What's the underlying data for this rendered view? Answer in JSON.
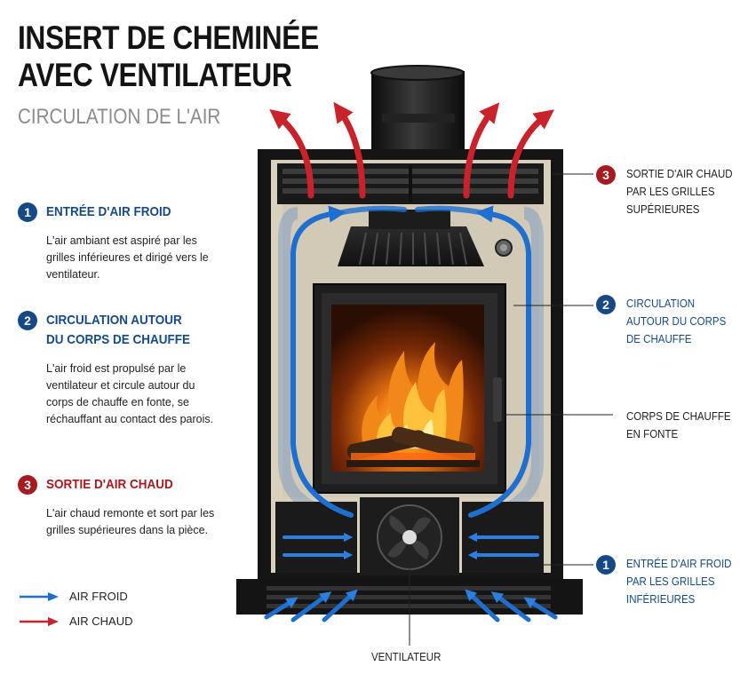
{
  "title_line1": "INSERT DE CHEMINÉE",
  "title_line2": "AVEC VENTILATEUR",
  "subtitle": "CIRCULATION DE L'AIR",
  "steps": [
    {
      "num": "1",
      "title1": "ENTRÉE D'AIR FROID",
      "title2": "",
      "text": "L'air ambiant est aspiré par les grilles inférieures et dirigé vers le ventilateur."
    },
    {
      "num": "2",
      "title1": "CIRCULATION AUTOUR",
      "title2": "DU CORPS DE CHAUFFE",
      "text": "L'air froid est propulsé par le ventilateur et circule autour du corps de chauffe en fonte, se réchauffant au contact des parois."
    },
    {
      "num": "3",
      "title1": "SORTIE D'AIR CHAUD",
      "title2": "",
      "text": "L'air chaud remonte et sort par les grilles supérieures dans la pièce."
    }
  ],
  "legend": {
    "cold": "AIR FROID",
    "hot": "AIR CHAUD"
  },
  "callouts": {
    "top_right": {
      "num": "3",
      "line1": "SORTIE D'AIR CHAUD",
      "line2": "PAR LES GRILLES",
      "line3": "SUPÉRIEURES"
    },
    "middle_right": {
      "num": "2",
      "line1": "CIRCULATION",
      "line2": "AUTOUR DU CORPS",
      "line3": "DE CHAUFFE"
    },
    "body": {
      "line1": "CORPS DE CHAUFFE",
      "line2": "EN FONTE"
    },
    "bottom_right": {
      "num": "1",
      "line1": "ENTRÉE D'AIR FROID",
      "line2": "PAR LES GRILLES",
      "line3": "INFÉRIEURES"
    },
    "fan": "VENTILATEUR"
  },
  "colors": {
    "cold": "#1e6fd0",
    "hot": "#c8222a",
    "dark_blue": "#164a86",
    "dark_red": "#a51b1f",
    "stone": "#d8cfbd",
    "metal": "#1b1b1b"
  }
}
